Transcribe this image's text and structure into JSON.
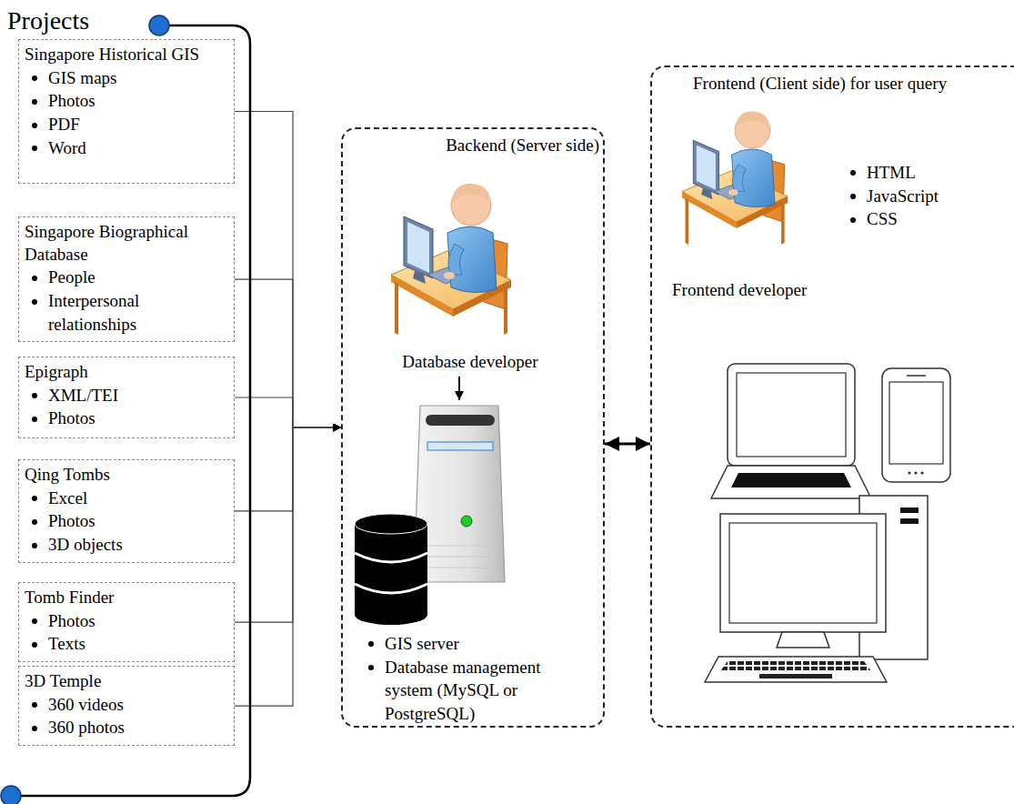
{
  "diagram": {
    "nodes": [
      {
        "text": [
          "Projects"
        ]
      },
      {
        "text": [
          "Singapore Historical GIS",
          "GIS maps",
          "Photos",
          "PDF",
          "Word"
        ],
        "in": 0
      },
      {
        "text": [
          "Singapore Biographical Database",
          "People",
          "Interpersonal relationships"
        ],
        "in": 0
      },
      {
        "text": [
          "Epigraph",
          "XML/TEI",
          "Photos"
        ],
        "in": 0
      },
      {
        "text": [
          "Qing Tombs",
          "Excel",
          "Photos",
          "3D objects"
        ],
        "in": 0
      },
      {
        "text": [
          "Tomb Finder",
          "Photos",
          "Texts"
        ],
        "in": 0
      },
      {
        "text": [
          "3D Temple",
          "360 videos",
          "360 photos"
        ],
        "in": 0
      },
      {
        "text": [
          "Backend (Server side)",
          "Database developer",
          "GIS server",
          "Database management system (MySQL or PostgreSQL)"
        ]
      },
      {
        "text": [
          "Frontend (Client side) for user query",
          "HTML",
          "JavaScript",
          "CSS",
          "Frontend developer"
        ]
      }
    ],
    "edges": [
      {
        "from": 1,
        "to": 7,
        "arrow": "to"
      },
      {
        "from": 2,
        "to": 7,
        "arrow": "to"
      },
      {
        "from": 3,
        "to": 7,
        "arrow": "to"
      },
      {
        "from": 4,
        "to": 7,
        "arrow": "to"
      },
      {
        "from": 5,
        "to": 7,
        "arrow": "to"
      },
      {
        "from": 6,
        "to": 7,
        "arrow": "to"
      },
      {
        "from": 7,
        "to": 8,
        "arrow": "both"
      }
    ]
  }
}
